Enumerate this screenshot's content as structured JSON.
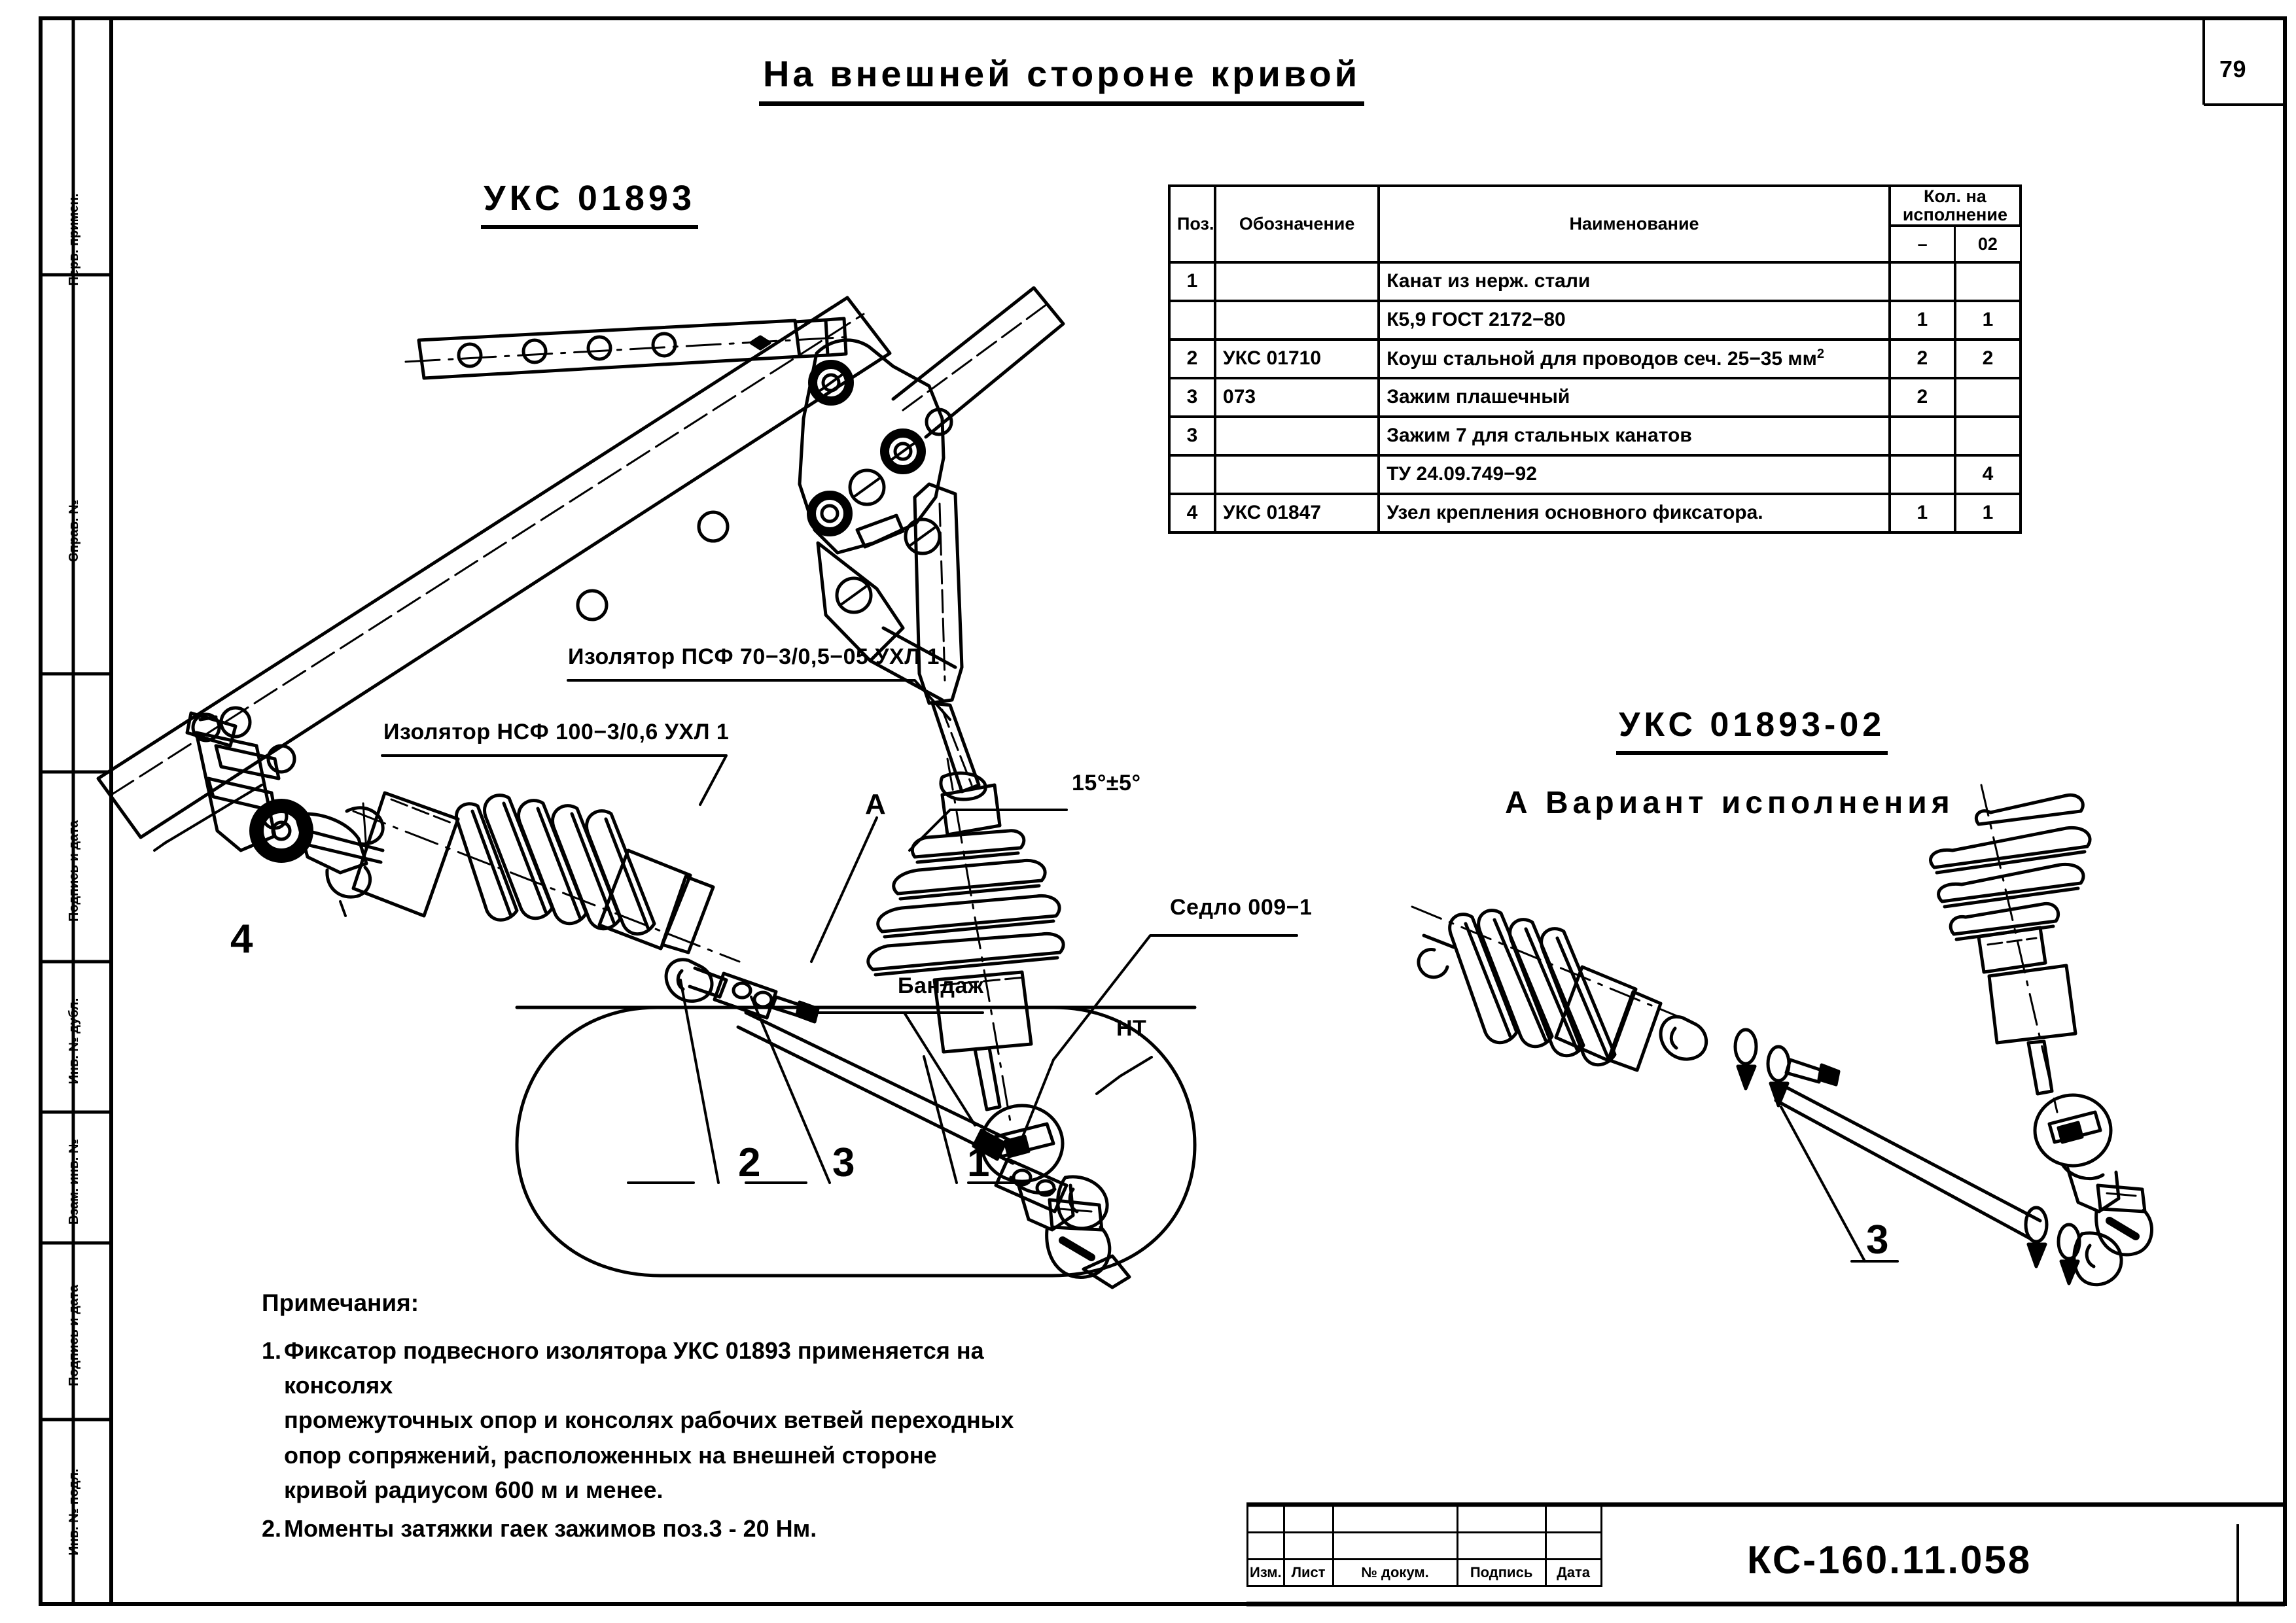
{
  "sheet": {
    "title": "На внешней стороне кривой",
    "page_number": "79",
    "doc_number": "КС-160.11.058"
  },
  "main_view": {
    "part_code": "УКС 01893",
    "labels": {
      "insulator_psf": "Изолятор ПСФ 70−3/0,5−05 УХЛ 1",
      "insulator_nsf": "Изолятор НСФ 100−3/0,6 УХЛ 1",
      "saddle": "Седло 009−1",
      "band": "Бандаж",
      "nt": "НТ",
      "angle": "15°±5°",
      "section_letter": "А"
    },
    "item_callouts": [
      "4",
      "2",
      "3",
      "1"
    ]
  },
  "variant_view": {
    "part_code": "УКС 01893-02",
    "subtitle": "А Вариант исполнения",
    "item_callouts": [
      "3"
    ]
  },
  "spec_table": {
    "headers": {
      "pos": "Поз.",
      "designation": "Обозначение",
      "name": "Наименование",
      "qty_group": "Кол. на исполнение",
      "qty_col1": "–",
      "qty_col2": "02"
    },
    "rows": [
      {
        "pos": "1",
        "designation": "",
        "name": "Канат из нерж. стали",
        "name_sup": "",
        "q1": "",
        "q2": ""
      },
      {
        "pos": "",
        "designation": "",
        "name": "К5,9 ГОСТ 2172−80",
        "name_sup": "",
        "q1": "1",
        "q2": "1"
      },
      {
        "pos": "2",
        "designation": "УКС 01710",
        "name": "Коуш стальной для проводов сеч. 25−35 мм",
        "name_sup": "2",
        "q1": "2",
        "q2": "2"
      },
      {
        "pos": "3",
        "designation": "073",
        "name": "Зажим плашечный",
        "name_sup": "",
        "q1": "2",
        "q2": ""
      },
      {
        "pos": "3",
        "designation": "",
        "name": "Зажим 7 для стальных канатов",
        "name_sup": "",
        "q1": "",
        "q2": ""
      },
      {
        "pos": "",
        "designation": "",
        "name": "ТУ 24.09.749−92",
        "name_sup": "",
        "q1": "",
        "q2": "4"
      },
      {
        "pos": "4",
        "designation": "УКС 01847",
        "name": "Узел крепления основного фиксатора.",
        "name_sup": "",
        "q1": "1",
        "q2": "1"
      }
    ]
  },
  "notes": {
    "heading": "Примечания:",
    "items": [
      {
        "num": "1.",
        "lines": [
          "Фиксатор подвесного изолятора УКС 01893 применяется на консолях",
          "промежуточных опор и консолях рабочих ветвей переходных",
          "опор сопряжений, расположенных на внешней стороне",
          "кривой радиусом 600 м и менее."
        ]
      },
      {
        "num": "2.",
        "lines": [
          "Моменты затяжки гаек зажимов поз.3 - 20 Нм."
        ]
      }
    ]
  },
  "revision_block": {
    "columns": [
      "Изм.",
      "Лист",
      "№ докум.",
      "Подпись",
      "Дата"
    ]
  },
  "sidebar": {
    "labels": [
      "Перв. примен.",
      "Справ. №",
      "Подпись и дата",
      "Инв. № дубл.",
      "Взам. инв. №",
      "Подпись и дата",
      "Инв. № подл."
    ]
  }
}
